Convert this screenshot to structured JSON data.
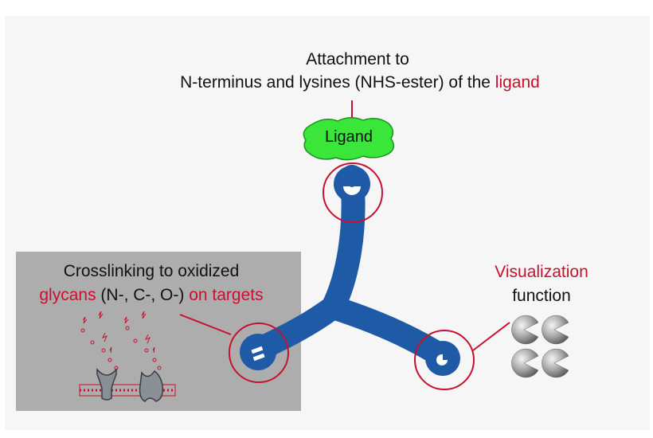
{
  "top_label": {
    "line1": "Attachment to",
    "line2_prefix": "N-terminus and lysines (NHS-ester) of the ",
    "line2_highlight": "ligand"
  },
  "ligand_label": "Ligand",
  "left_panel": {
    "line1": "Crosslinking to oxidized",
    "line2_glycans": "glycans",
    "line2_types": " (N-, C-, O-) ",
    "line2_targets": "on targets"
  },
  "right_label": {
    "line1": "Visualization",
    "line2": "function"
  },
  "colors": {
    "accent_red": "#c8102e",
    "linker_blue": "#1f5aa6",
    "ligand_green": "#39e639",
    "panel_gray": "#adadad",
    "background": "#f6f6f6"
  }
}
